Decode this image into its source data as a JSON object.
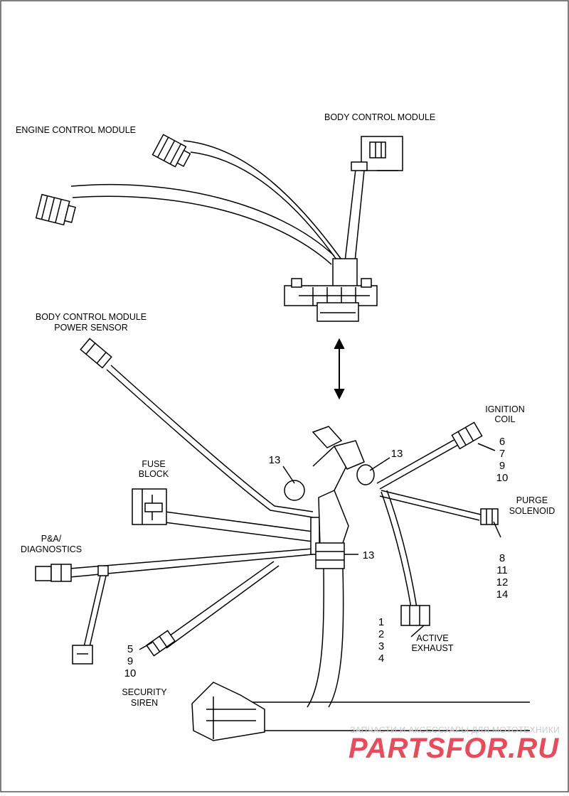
{
  "labels": {
    "engine_control_module": "ENGINE CONTROL MODULE",
    "body_control_module": "BODY CONTROL MODULE",
    "bcm_power_sensor_line1": "BODY CONTROL MODULE",
    "bcm_power_sensor_line2": "POWER SENSOR",
    "ignition_coil_line1": "IGNITION",
    "ignition_coil_line2": "COIL",
    "fuse_block_line1": "FUSE",
    "fuse_block_line2": "BLOCK",
    "purge_solenoid_line1": "PURGE",
    "purge_solenoid_line2": "SOLENOID",
    "pa_diagnostics_line1": "P&A/",
    "pa_diagnostics_line2": "DIAGNOSTICS",
    "active_exhaust_line1": "ACTIVE",
    "active_exhaust_line2": "EXHAUST",
    "security_siren_line1": "SECURITY",
    "security_siren_line2": "SIREN"
  },
  "callouts": {
    "clip_left": "13",
    "clip_right": "13",
    "clip_lower": "13",
    "ignition_coil": [
      "6",
      "7",
      "9",
      "10"
    ],
    "purge_solenoid": [
      "8",
      "11",
      "12",
      "14"
    ],
    "active_exhaust": [
      "1",
      "2",
      "3",
      "4"
    ],
    "security_siren": [
      "5",
      "9",
      "10"
    ]
  },
  "watermark": {
    "tagline": "ЗАПЧАСТИ И АКСЕССУАРЫ ДЛЯ МОТОТЕХНИКИ",
    "brand": "PARTSFOR.RU"
  },
  "colors": {
    "line": "#000000",
    "watermark_brand": "#e94b5a",
    "watermark_tagline": "#c9c9c9"
  }
}
